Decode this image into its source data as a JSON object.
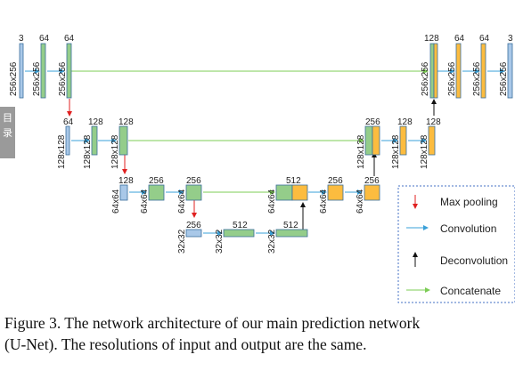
{
  "side_tab": {
    "chars": [
      "目",
      "录"
    ]
  },
  "caption": {
    "line1": "Figure 3. The network architecture of our main prediction network",
    "line2": "(U-Net). The resolutions of input and output are the same."
  },
  "legend": {
    "max_pooling": "Max pooling",
    "convolution": "Convolution",
    "deconvolution": "Deconvolution",
    "concatenate": "Concatenate"
  },
  "colors": {
    "green": "#94cd8a",
    "orange": "#fcbc3f",
    "blue_block": "#a9c8e8",
    "block_stroke": "#3a6f9c",
    "max_pooling_arrow": "#e02020",
    "convolution_arrow": "#3aa0d8",
    "deconvolution_arrow": "#111111",
    "concatenate_arrow": "#7ccc55",
    "legend_border": "#4472c4"
  },
  "diagram": {
    "top_labels": [
      "3",
      "64",
      "64",
      "128",
      "64",
      "64",
      "3"
    ],
    "enc2_labels": [
      "64",
      "128",
      "128"
    ],
    "dec2_labels": [
      "256",
      "128",
      "128"
    ],
    "enc3_labels": [
      "128",
      "256",
      "256"
    ],
    "dec3_labels": [
      "512",
      "256",
      "256"
    ],
    "bottom_labels": [
      "256",
      "512",
      "512"
    ],
    "res_256": "256x256",
    "res_128": "128x128",
    "res_64": "64x64",
    "res_32": "32x32"
  }
}
